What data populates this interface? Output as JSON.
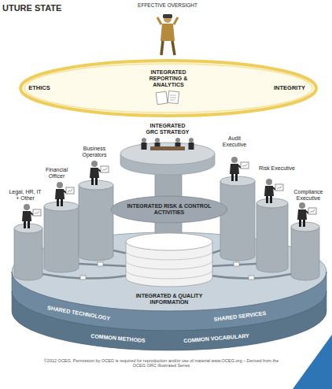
{
  "diagram": {
    "title": "UTURE STATE",
    "caption": "©2012 OCEG, Permission by OCEG is required for reproduction and/or use of material www.OCEG.org – Derived from the OCEG GRC Illustrated Series",
    "nodes": [
      {
        "text": [
          "ETHICS",
          "INTEGRATED REPORTING & ANALYTICS",
          "INTEGRITY"
        ]
      },
      {
        "text": [
          "INTEGRATED GRC STRATEGY"
        ]
      },
      {
        "text": [
          "INTEGRATED RISK & CONTROL ACTIVITIES"
        ]
      },
      {
        "text": [
          "INTEGRATED & QUALITY INFORMATION"
        ]
      },
      {
        "text": [
          "SHARED TECHNOLOGY",
          "SHARED SERVICES"
        ]
      },
      {
        "text": [
          "COMMON METHODS",
          "COMMON VOCABULARY"
        ]
      }
    ],
    "labels": [
      "EFFECTIVE OVERSIGHT",
      "Business Operators",
      "Audit Executive",
      "Financial Officer",
      "Risk Executive",
      "Legal, HR, IT + Other",
      "Compliance Executive"
    ]
  }
}
